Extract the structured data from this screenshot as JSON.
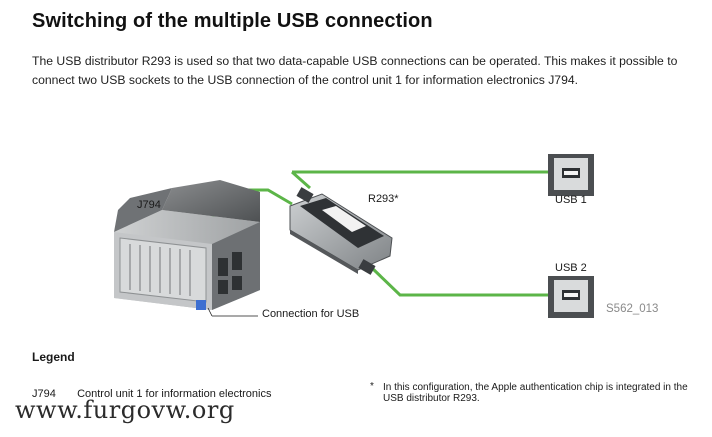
{
  "page": {
    "title": "Switching of the multiple USB connection",
    "intro": "The USB distributor R293 is used so that two data-capable USB connections can be operated. This makes it possible to connect two USB sockets to the USB connection of the control unit 1 for information electronics J794."
  },
  "figure": {
    "labels": {
      "j794": "J794",
      "r293": "R293*",
      "usb1": "USB 1",
      "usb2": "USB 2",
      "connection": "Connection for USB",
      "figure_ref": "S562_013"
    },
    "colors": {
      "cable": "#5cb548",
      "device_dark": "#3a3a3a"
    }
  },
  "legend": {
    "heading": "Legend",
    "items": [
      {
        "code": "J794",
        "text": "Control unit 1 for information electronics"
      }
    ],
    "footnote_mark": "*",
    "footnote": "In this configuration, the Apple authentication chip is integrated in the USB distributor R293."
  },
  "watermark": "www.furgovw.org"
}
